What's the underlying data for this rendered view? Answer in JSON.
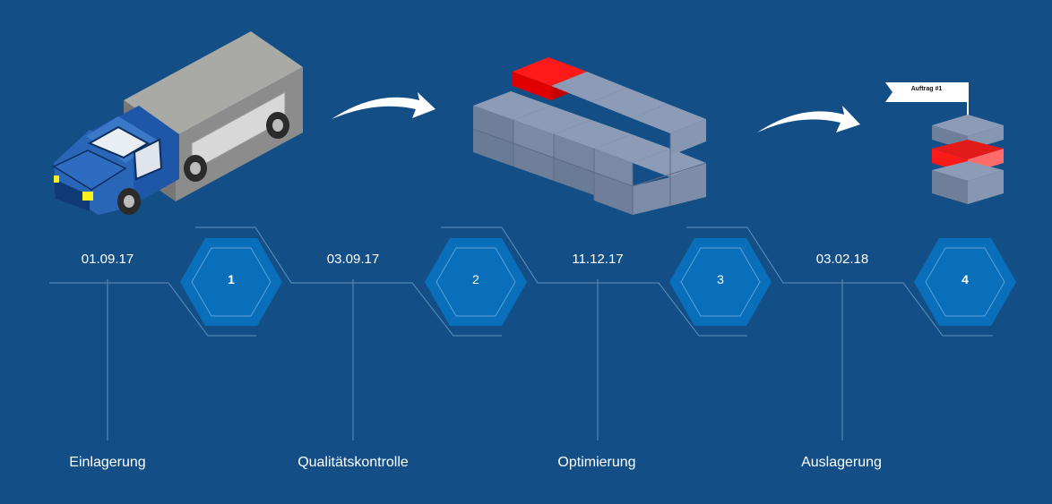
{
  "timeline": {
    "steps": [
      {
        "number": "1",
        "date": "01.09.17",
        "label": "Einlagerung"
      },
      {
        "number": "2",
        "date": "03.09.17",
        "label": "Qualitätskontrolle"
      },
      {
        "number": "3",
        "date": "11.12.17",
        "label": "Optimierung"
      },
      {
        "number": "4",
        "date": "03.02.18",
        "label": "Auslagerung"
      }
    ]
  },
  "flag": {
    "text": "Auftrag #1"
  },
  "colors": {
    "background": "#134f86",
    "hexagon_fill": "#0a6fba",
    "line": "#6f9cc6",
    "highlight_block": "#ff0000",
    "block": "#8597b0"
  },
  "icons": [
    "truck-icon",
    "arrow-icon",
    "pallet-blocks-icon",
    "block-stack-flag-icon"
  ]
}
